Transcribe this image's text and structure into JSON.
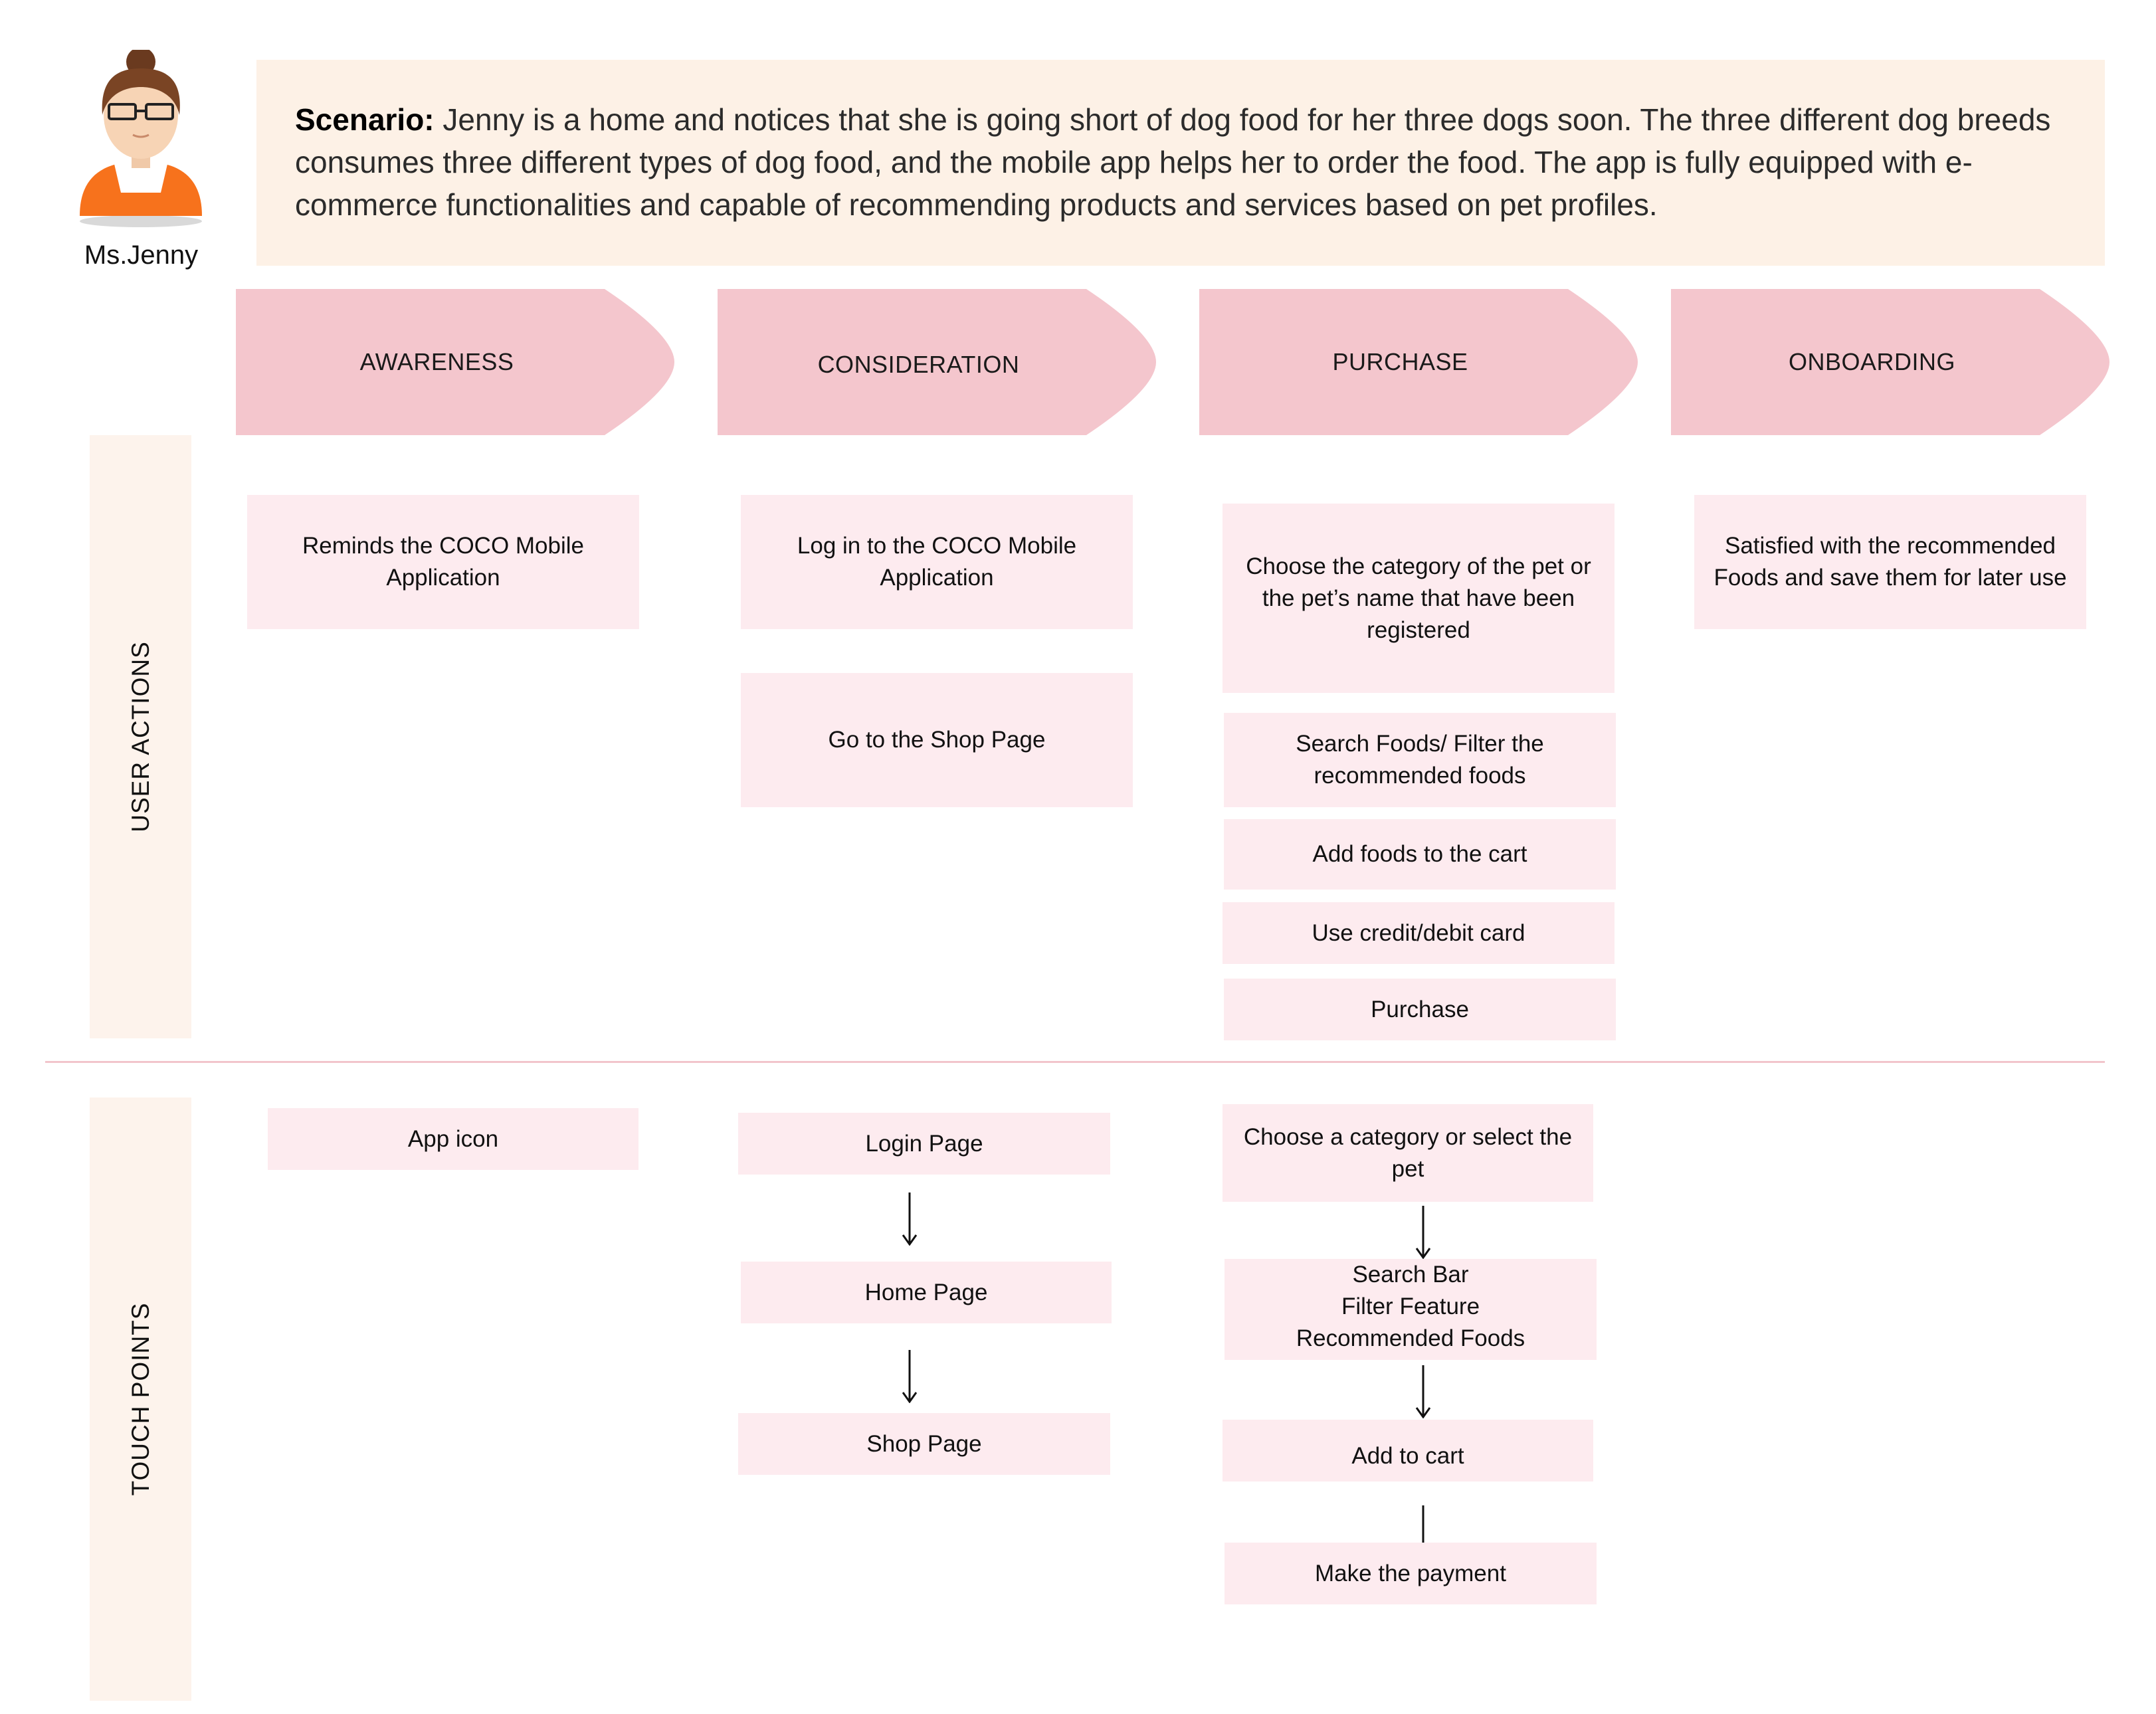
{
  "persona": {
    "name": "Ms.Jenny",
    "avatar_icon": "woman-avatar-icon"
  },
  "scenario": {
    "label": "Scenario:",
    "text": " Jenny is a home and notices that she is going short of dog food for her three dogs soon. The three different dog breeds consumes three different types of  dog food, and the mobile app helps her to order the food. The app is fully equipped with e-commerce functionalities and capable of recommending products and services based on pet profiles."
  },
  "stages": [
    {
      "label": "AWARENESS"
    },
    {
      "label": "CONSIDERATION"
    },
    {
      "label": "PURCHASE"
    },
    {
      "label": "ONBOARDING"
    }
  ],
  "rows": {
    "user_actions": "USER ACTIONS",
    "touch_points": "TOUCH  POINTS"
  },
  "user_actions": {
    "awareness": [
      "Reminds the COCO Mobile Application"
    ],
    "consideration": [
      "Log in to the COCO Mobile Application",
      "Go to the Shop Page"
    ],
    "purchase": [
      "Choose the category of the pet or the pet’s name that have been registered",
      "Search Foods/ Filter the recommended foods",
      "Add foods to the cart",
      "Use credit/debit card",
      "Purchase"
    ],
    "onboarding": [
      "Satisfied with the recommended Foods and save them for later use"
    ]
  },
  "touch_points": {
    "awareness": [
      "App icon"
    ],
    "consideration": [
      "Login Page",
      "Home Page",
      "Shop Page"
    ],
    "purchase": [
      "Choose a category or select the pet",
      "Search Bar",
      "Filter Feature",
      "Recommended Foods",
      "Add to cart",
      "Make the payment"
    ]
  },
  "colors": {
    "stage_fill": "#f4c6cd",
    "card_fill": "#fdebef",
    "scenario_fill": "#fdf1e6",
    "row_label_fill": "#fdf3ec",
    "divider": "#f2c5cc",
    "avatar_shirt": "#f7721c"
  }
}
